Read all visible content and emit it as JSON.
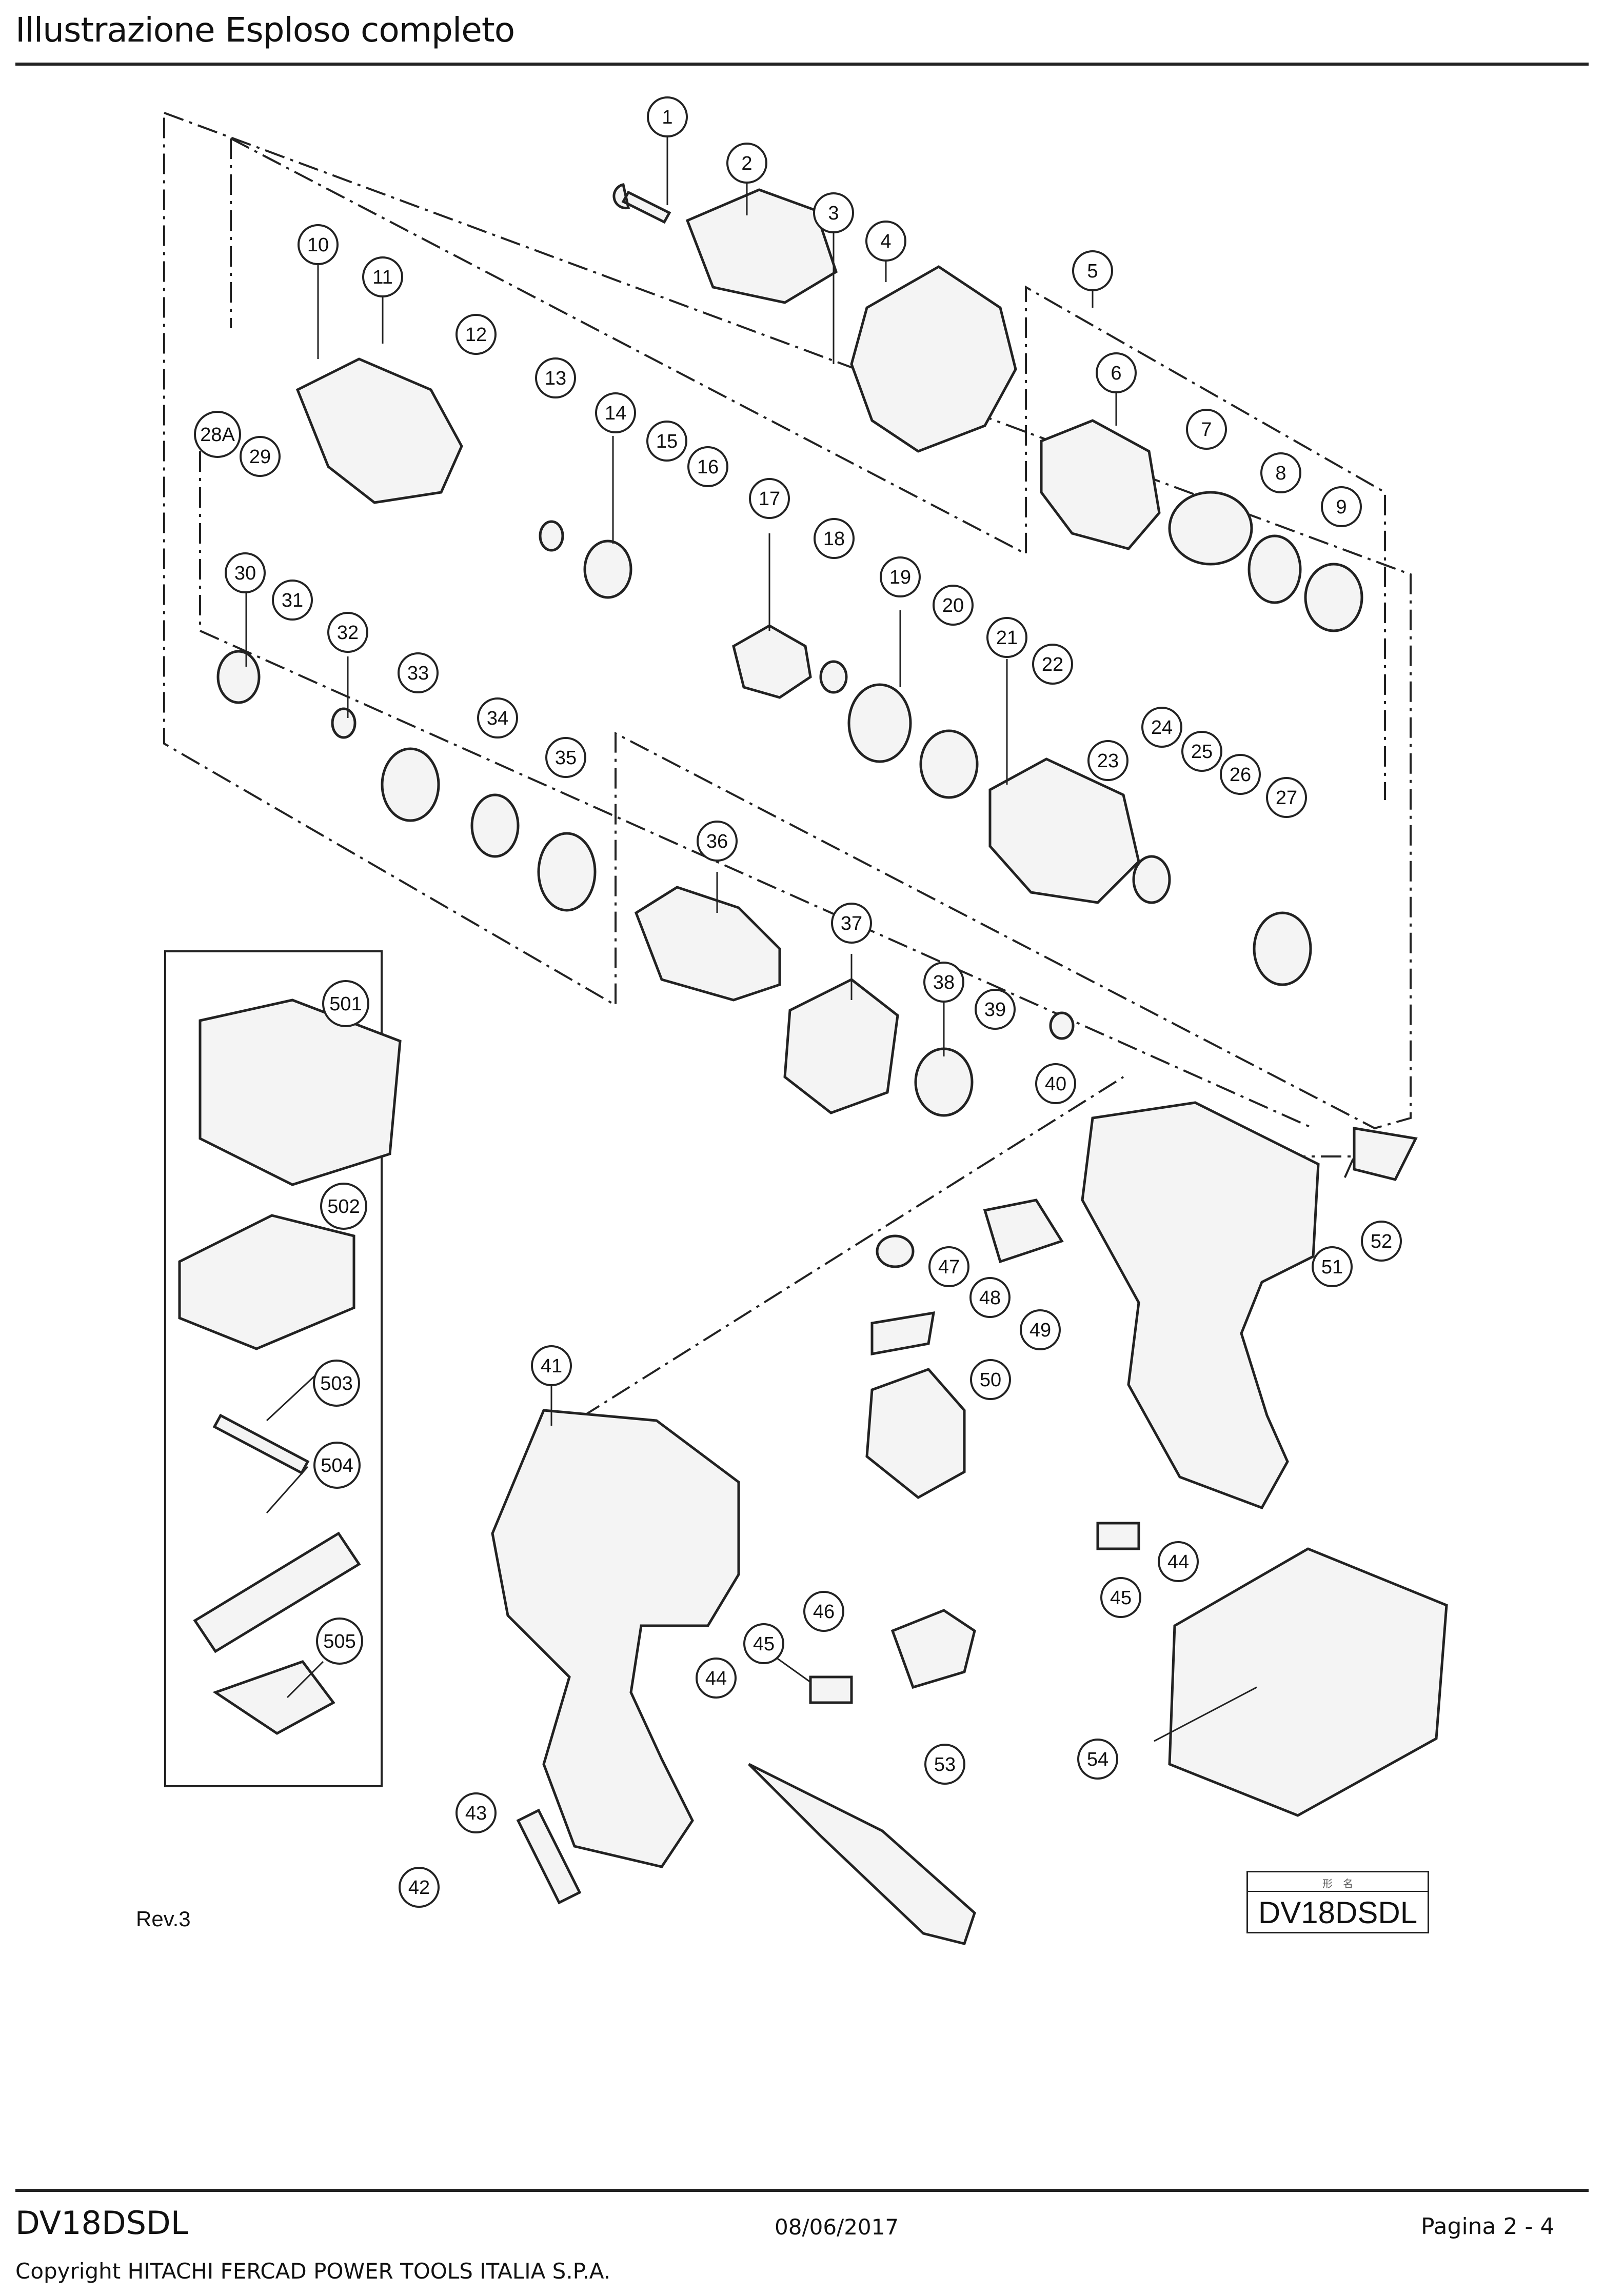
{
  "header": {
    "title": "Illustrazione  Esploso completo"
  },
  "callouts": [
    "1",
    "2",
    "3",
    "4",
    "5",
    "6",
    "7",
    "8",
    "9",
    "10",
    "11",
    "12",
    "13",
    "14",
    "15",
    "16",
    "17",
    "18",
    "19",
    "20",
    "21",
    "22",
    "23",
    "24",
    "25",
    "26",
    "27",
    "28A",
    "29",
    "30",
    "31",
    "32",
    "33",
    "34",
    "35",
    "36",
    "37",
    "38",
    "39",
    "40",
    "41",
    "42",
    "43",
    "44",
    "45",
    "46",
    "47",
    "48",
    "49",
    "50",
    "51",
    "52",
    "53",
    "54",
    "44",
    "45",
    "501",
    "502",
    "503",
    "504",
    "505"
  ],
  "revision": "Rev.3",
  "model_box": {
    "kanji": "形　名",
    "model": "DV18DSDL"
  },
  "footer": {
    "model": "DV18DSDL",
    "date": "08/06/2017",
    "page": "Pagina 2 - 4",
    "copyright": "Copyright HITACHI FERCAD POWER TOOLS ITALIA S.P.A."
  }
}
